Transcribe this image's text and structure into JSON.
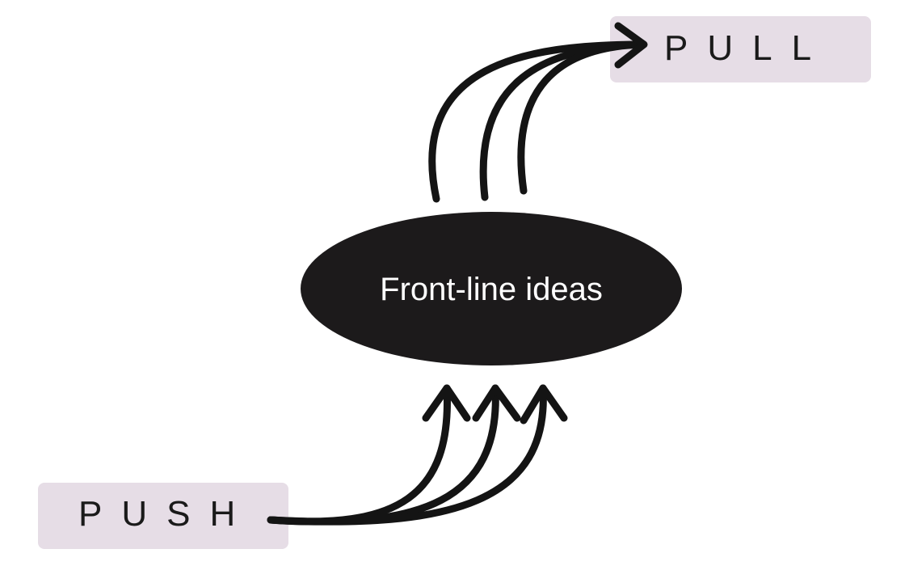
{
  "diagram": {
    "pull_label": "PULL",
    "push_label": "PUSH",
    "center_label": "Front-line ideas"
  },
  "colors": {
    "box_fill": "#e6dde6",
    "ellipse_fill": "#1c1a1b",
    "arrow_stroke": "#141414",
    "center_text": "#ffffff"
  }
}
